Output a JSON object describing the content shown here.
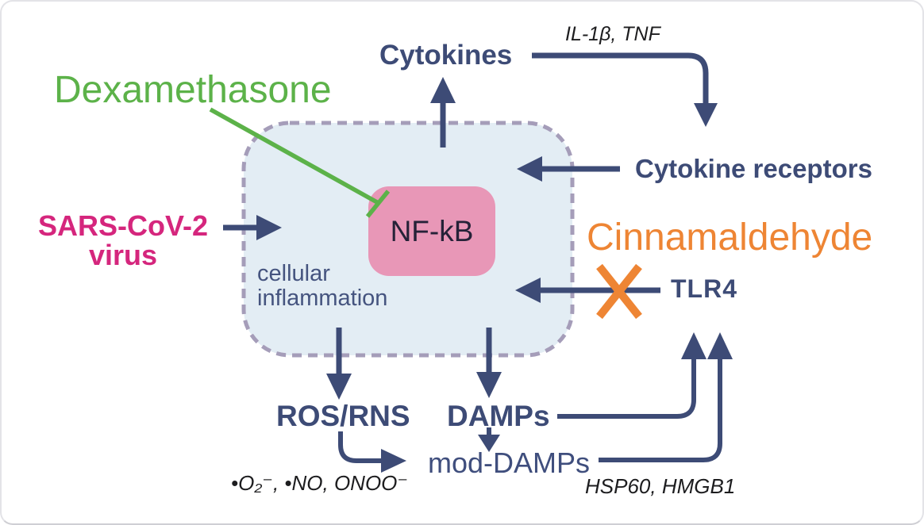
{
  "figure": {
    "kind": "signaling-pathway-diagram",
    "subject": "SARS-CoV-2 induced cellular inflammation via NF-kB, with Dexamethasone and Cinnamaldehyde intervention points"
  },
  "colors": {
    "navy_arrow_text": "#3d4b76",
    "green_inhibitor": "#5cb249",
    "magenta_virus": "#d5267d",
    "orange_blocker": "#ee8534",
    "nfkb_node_fill": "#e897b7",
    "cell_fill": "#e3edf4",
    "cell_border": "#a59db9",
    "plain_text": "#1d1d1f"
  },
  "labels": {
    "dexamethasone": "Dexamethasone",
    "cytokines": "Cytokines",
    "cytokine_mediators": "IL-1β, TNF",
    "cytokine_receptors": "Cytokine receptors",
    "virus_line1": "SARS-CoV-2",
    "virus_line2": "virus",
    "nfkb": "NF-kB",
    "cell_line1": "cellular",
    "cell_line2": "inflammation",
    "cinnamaldehyde": "Cinnamaldehyde",
    "tlr4": "TLR4",
    "ros_rns": "ROS/RNS",
    "damps": "DAMPs",
    "mod_damps": "mod-DAMPs",
    "radicals": "•O₂⁻, •NO, ONOO⁻",
    "mod_damp_examples": "HSP60, HMGB1"
  },
  "edges": [
    {
      "from": "cellular inflammation",
      "to": "Cytokines",
      "relation": "produces"
    },
    {
      "from": "Cytokines",
      "to": "Cytokine receptors",
      "relation": "signal via",
      "label": "IL-1β, TNF"
    },
    {
      "from": "Cytokine receptors",
      "to": "cellular inflammation",
      "relation": "activates"
    },
    {
      "from": "SARS-CoV-2 virus",
      "to": "cellular inflammation",
      "relation": "induces"
    },
    {
      "from": "Dexamethasone",
      "to": "NF-kB",
      "relation": "inhibits"
    },
    {
      "from": "TLR4",
      "to": "cellular inflammation",
      "relation": "activates",
      "blocked_by": "Cinnamaldehyde"
    },
    {
      "from": "cellular inflammation",
      "to": "ROS/RNS",
      "relation": "produces"
    },
    {
      "from": "cellular inflammation",
      "to": "DAMPs",
      "relation": "produces"
    },
    {
      "from": "ROS/RNS",
      "to": "mod-DAMPs",
      "relation": "modifies via",
      "label": "•O₂⁻, •NO, ONOO⁻"
    },
    {
      "from": "DAMPs",
      "to": "mod-DAMPs",
      "relation": "converted to"
    },
    {
      "from": "DAMPs",
      "to": "TLR4",
      "relation": "activates"
    },
    {
      "from": "mod-DAMPs",
      "to": "TLR4",
      "relation": "activates",
      "label": "HSP60, HMGB1"
    }
  ]
}
